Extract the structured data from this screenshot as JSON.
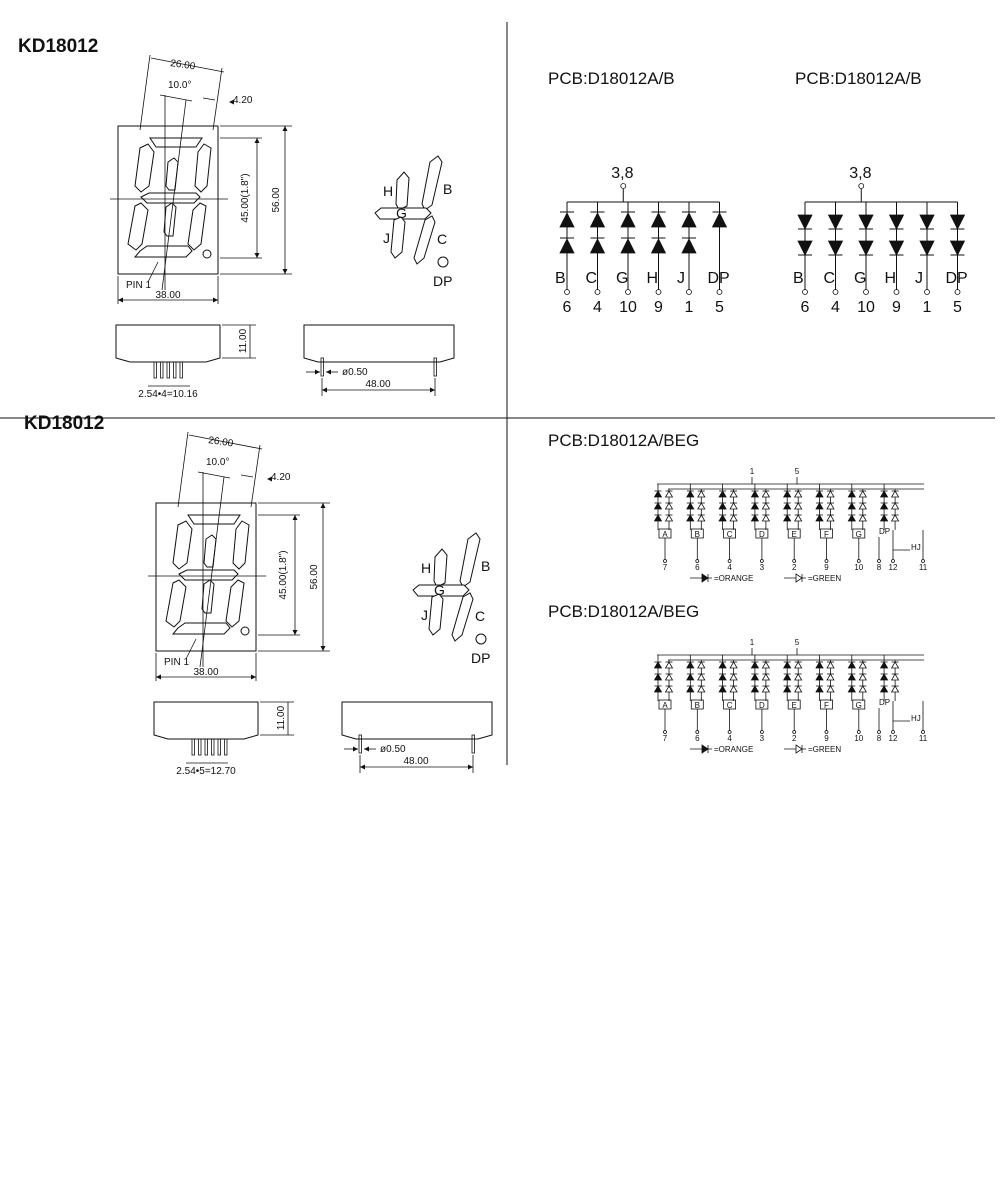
{
  "panels": [
    {
      "model": "KD18012",
      "dims": {
        "width_top": "26.00",
        "angle": "10.0°",
        "gap": "4.20",
        "digit_height": "45.00(1.8\")",
        "height": "56.00",
        "pin1": "PIN 1",
        "width": "38.00",
        "depth": "11.00",
        "pitch": "2.54•4=10.16",
        "pin_dia": "ø0.50",
        "length": "48.00"
      },
      "segments": [
        "H",
        "B",
        "G",
        "J",
        "C",
        "DP"
      ]
    },
    {
      "model": "KD18012",
      "dims": {
        "width_top": "26.00",
        "angle": "10.0°",
        "gap": "4.20",
        "digit_height": "45.00(1.8\")",
        "height": "56.00",
        "pin1": "PIN 1",
        "width": "38.00",
        "depth": "11.00",
        "pitch": "2.54•5=12.70",
        "pin_dia": "ø0.50",
        "length": "48.00"
      },
      "segments": [
        "H",
        "B",
        "G",
        "J",
        "C",
        "DP"
      ]
    }
  ],
  "circuits": [
    {
      "title": "PCB:D18012A/B",
      "common": "3,8",
      "style": "single",
      "segments": [
        "B",
        "C",
        "G",
        "H",
        "J",
        "DP"
      ],
      "pins": [
        "6",
        "4",
        "10",
        "9",
        "1",
        "5"
      ]
    },
    {
      "title": "PCB:D18012A/B",
      "common": "3,8",
      "style": "inverted",
      "segments": [
        "B",
        "C",
        "G",
        "H",
        "J",
        "DP"
      ],
      "pins": [
        "6",
        "4",
        "10",
        "9",
        "1",
        "5"
      ]
    }
  ],
  "beg": [
    {
      "title": "PCB:D18012A/BEG",
      "top_pins": [
        "1",
        "5"
      ],
      "segment_labels": [
        "A",
        "B",
        "C",
        "D",
        "E",
        "F",
        "G"
      ],
      "pins": [
        "7",
        "6",
        "4",
        "3",
        "2",
        "9",
        "10",
        "8",
        "12",
        "11"
      ],
      "dp_label": "DP",
      "hj_label": "HJ",
      "legend": {
        "orange": "=ORANGE",
        "green": "=GREEN"
      }
    },
    {
      "title": "PCB:D18012A/BEG",
      "top_pins": [
        "1",
        "5"
      ],
      "segment_labels": [
        "A",
        "B",
        "C",
        "D",
        "E",
        "F",
        "G"
      ],
      "pins": [
        "7",
        "6",
        "4",
        "3",
        "2",
        "9",
        "10",
        "8",
        "12",
        "11"
      ],
      "dp_label": "DP",
      "hj_label": "HJ",
      "legend": {
        "orange": "=ORANGE",
        "green": "=GREEN"
      }
    }
  ],
  "colors": {
    "ink": "#111111",
    "paper": "#ffffff"
  }
}
